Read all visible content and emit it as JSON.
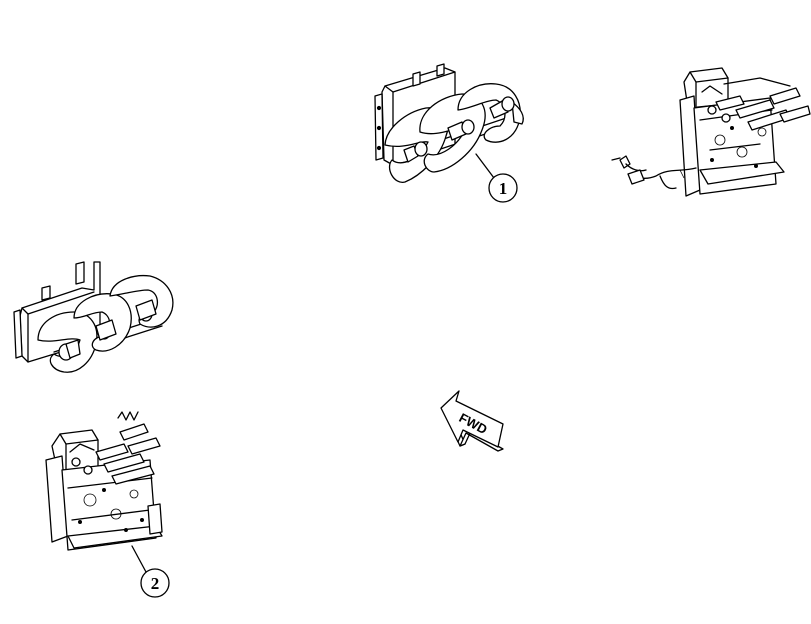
{
  "callouts": [
    {
      "id": "1",
      "label": "1"
    },
    {
      "id": "2",
      "label": "2"
    }
  ],
  "direction_arrow": {
    "label": "FWD"
  },
  "colors": {
    "line": "#000000",
    "background": "#ffffff"
  }
}
